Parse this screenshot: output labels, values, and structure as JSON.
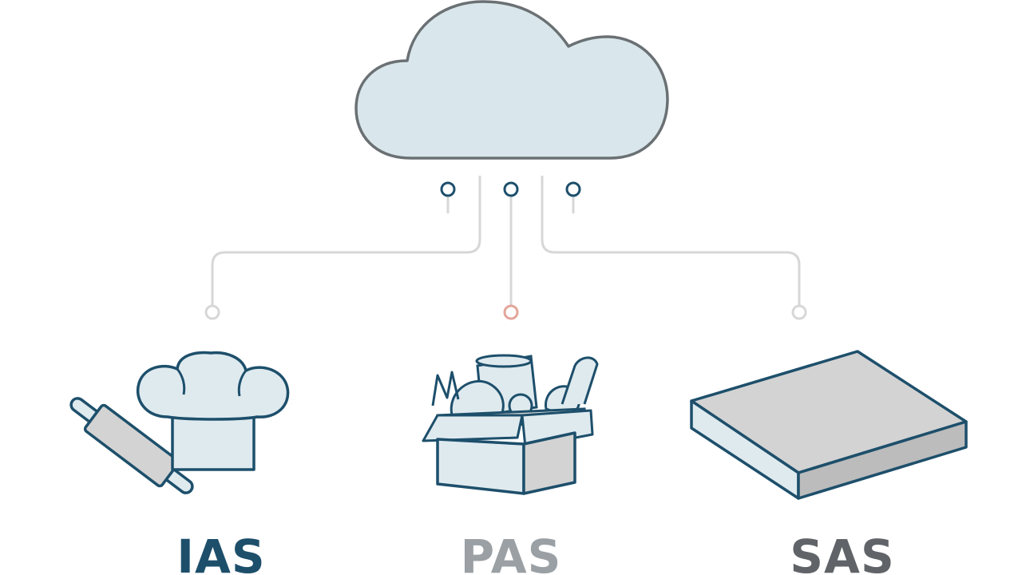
{
  "colors": {
    "outline": "#1d4f6b",
    "cloud_outline": "#6a7073",
    "cloud_fill": "#d9e7ec",
    "icon_fill": "#dfeaef",
    "grey_fill": "#d3d3d3",
    "connector": "#d7d7d7",
    "highlight_node": "#e3a59a",
    "ias_text": "#1d4f6b",
    "pas_text": "#9aa0a4",
    "sas_text": "#606468"
  },
  "services": [
    {
      "id": "ias",
      "label": "IAS",
      "icon": "chef-hat-rolling-pin-icon"
    },
    {
      "id": "pas",
      "label": "PAS",
      "icon": "grocery-box-icon"
    },
    {
      "id": "sas",
      "label": "SAS",
      "icon": "pizza-box-icon"
    }
  ],
  "cloud": {
    "icon": "cloud-icon"
  }
}
